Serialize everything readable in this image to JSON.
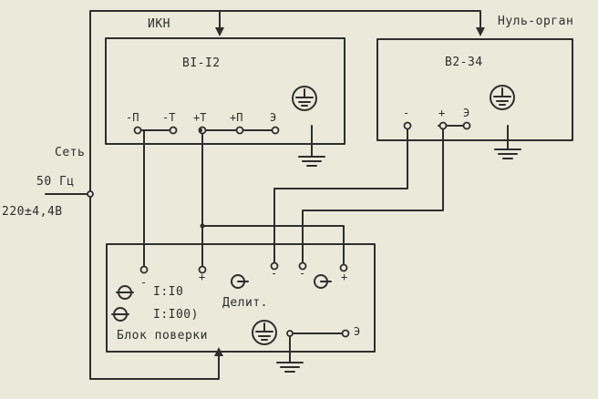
{
  "supply": {
    "label": "Сеть",
    "frequency": "50 Гц",
    "voltage": "220±4,4В"
  },
  "ikn": {
    "label": "ИКН",
    "model": "BI-I2",
    "terminals": [
      "-П",
      "-Т",
      "+Т",
      "+П",
      "Э"
    ]
  },
  "null_organ": {
    "label": "Нуль-орган",
    "model": "В2-34",
    "terminals": [
      "-",
      "+",
      "Э"
    ]
  },
  "verification_block": {
    "title": "Блок поверки",
    "divider_label": "Делит.",
    "ratio_1": "I:I0",
    "ratio_2": "I:I00)",
    "terminal_top": [
      "-",
      "+",
      "-",
      "-",
      "+"
    ],
    "terminal_e": "Э"
  },
  "colors": {
    "background": "#ebe9da",
    "ink": "#2c2c2c"
  }
}
